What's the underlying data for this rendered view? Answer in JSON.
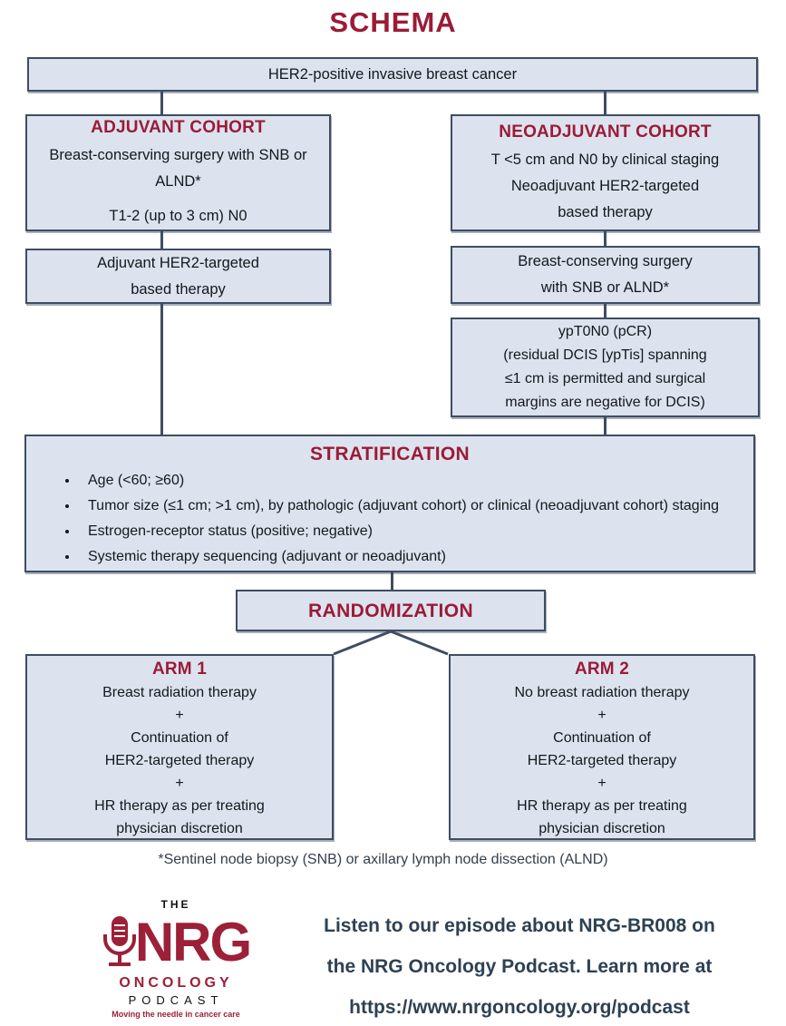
{
  "colors": {
    "maroon": "#9B1B36",
    "box_fill": "#DCE3EE",
    "box_border": "#3E4D63",
    "slate_text": "#2D4154"
  },
  "title": "SCHEMA",
  "top_box": {
    "text": "HER2-positive invasive breast cancer"
  },
  "adjuvant_cohort": {
    "title": "ADJUVANT COHORT",
    "line1": "Breast-conserving surgery with SNB or ALND*",
    "line2": "T1-2 (up to 3 cm) N0"
  },
  "adjuvant_therapy": {
    "line1": "Adjuvant HER2-targeted",
    "line2": "based therapy"
  },
  "neoadjuvant_cohort": {
    "title": "NEOADJUVANT COHORT",
    "line1": "T <5 cm and N0 by clinical staging",
    "line2": "Neoadjuvant HER2-targeted",
    "line3": "based therapy"
  },
  "surgery_box": {
    "line1": "Breast-conserving surgery",
    "line2": "with SNB or ALND*"
  },
  "pcr_box": {
    "line1": "ypT0N0 (pCR)",
    "line2": "(residual DCIS [ypTis] spanning",
    "line3": "≤1 cm is permitted and surgical",
    "line4": "margins are negative for DCIS)"
  },
  "stratification": {
    "title": "STRATIFICATION",
    "bullets": [
      "Age (<60; ≥60)",
      "Tumor size (≤1 cm; >1 cm), by pathologic (adjuvant cohort) or clinical (neoadjuvant cohort) staging",
      "Estrogen-receptor status (positive; negative)",
      "Systemic therapy sequencing (adjuvant or neoadjuvant)"
    ]
  },
  "randomization": {
    "title": "RANDOMIZATION"
  },
  "arm1": {
    "title": "ARM 1",
    "lines": [
      "Breast radiation therapy",
      "+",
      "Continuation of",
      "HER2-targeted therapy",
      "+",
      "HR therapy as per treating physician discretion"
    ]
  },
  "arm2": {
    "title": "ARM 2",
    "lines": [
      "No breast radiation therapy",
      "+",
      "Continuation of",
      "HER2-targeted therapy",
      "+",
      "HR therapy as per treating physician discretion"
    ]
  },
  "footnote": "*Sentinel node biopsy (SNB) or axillary lymph node dissection (ALND)",
  "logo": {
    "the": "THE",
    "nrg": "NRG",
    "oncology": "ONCOLOGY",
    "podcast": "PODCAST",
    "tagline": "Moving the needle in cancer care"
  },
  "promo": {
    "line1": "Listen to our episode about NRG-BR008 on",
    "line2": "the NRG Oncology Podcast. Learn more at",
    "line3": "https://www.nrgoncology.org/podcast"
  }
}
